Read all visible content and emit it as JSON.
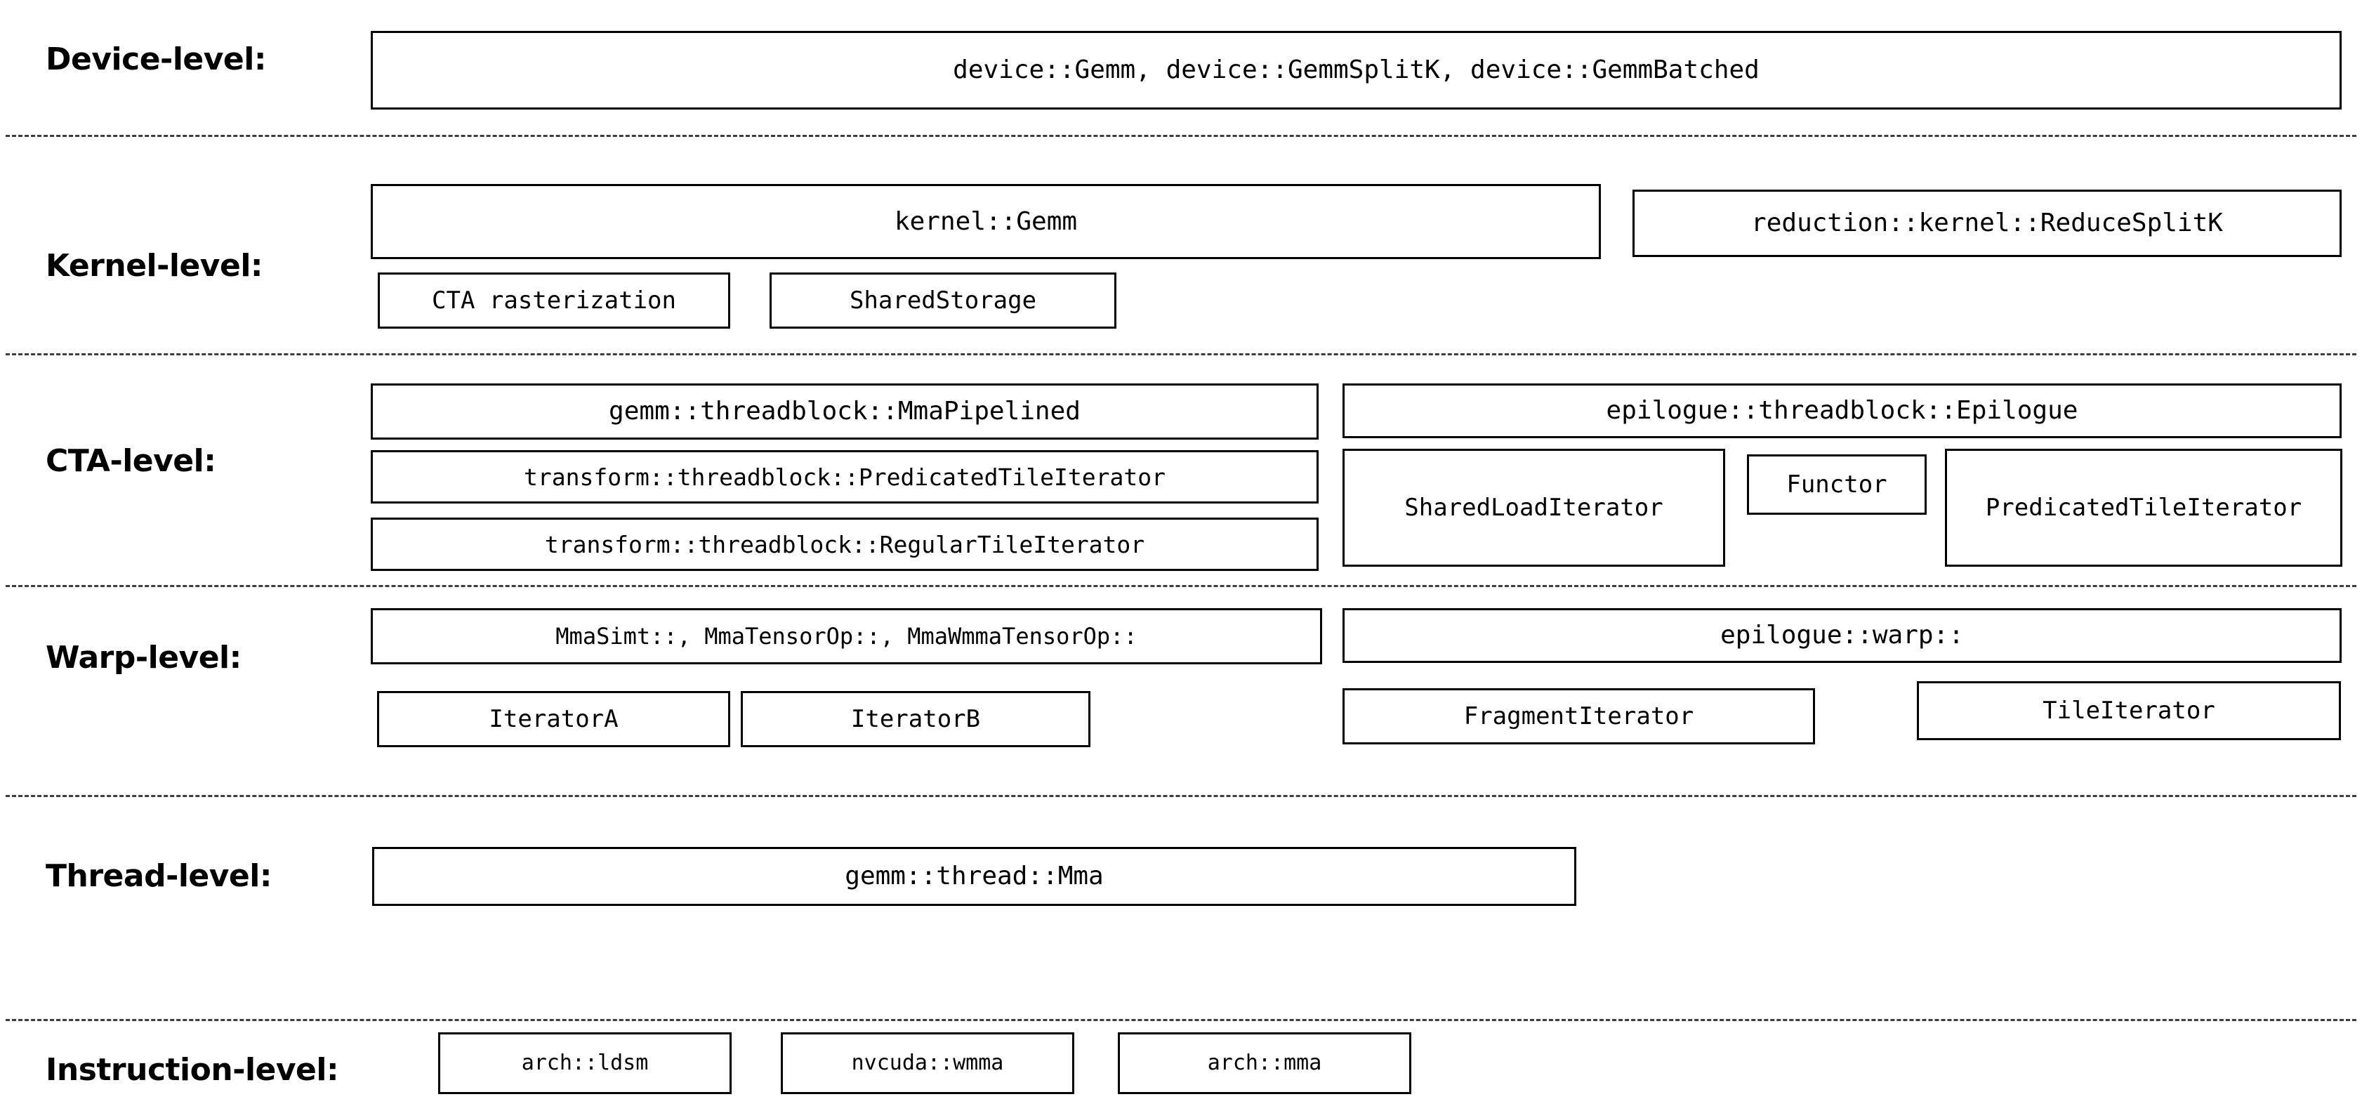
{
  "figure": {
    "title": "CUTLASS GEMM hierarchy levels",
    "type": "layered-block-diagram",
    "background_color": "#ffffff",
    "box_border_color": "#000000",
    "divider_color": "#3d3d3d",
    "text_color": "#000000"
  },
  "levels": [
    {
      "label": "Device-level:",
      "boxes": [
        {
          "text": "device::Gemm, device::GemmSplitK, device::GemmBatched"
        }
      ]
    },
    {
      "label": "Kernel-level:",
      "boxes": [
        {
          "text": "kernel::Gemm"
        },
        {
          "text": "reduction::kernel::ReduceSplitK"
        },
        {
          "text": "CTA rasterization"
        },
        {
          "text": "SharedStorage"
        }
      ]
    },
    {
      "label": "CTA-level:",
      "boxes": [
        {
          "text": "gemm::threadblock::MmaPipelined"
        },
        {
          "text": "epilogue::threadblock::Epilogue"
        },
        {
          "text": "transform::threadblock::PredicatedTileIterator"
        },
        {
          "text": "SharedLoadIterator"
        },
        {
          "text": "Functor"
        },
        {
          "text": "PredicatedTileIterator"
        },
        {
          "text": "transform::threadblock::RegularTileIterator"
        }
      ]
    },
    {
      "label": "Warp-level:",
      "boxes": [
        {
          "text": "MmaSimt::, MmaTensorOp::, MmaWmmaTensorOp::"
        },
        {
          "text": "epilogue::warp::"
        },
        {
          "text": "IteratorA"
        },
        {
          "text": "IteratorB"
        },
        {
          "text": "FragmentIterator"
        },
        {
          "text": "TileIterator"
        }
      ]
    },
    {
      "label": "Thread-level:",
      "boxes": [
        {
          "text": "gemm::thread::Mma"
        }
      ]
    },
    {
      "label": "Instruction-level:",
      "boxes": [
        {
          "text": "arch::ldsm"
        },
        {
          "text": "nvcuda::wmma"
        },
        {
          "text": "arch::mma"
        }
      ]
    }
  ]
}
